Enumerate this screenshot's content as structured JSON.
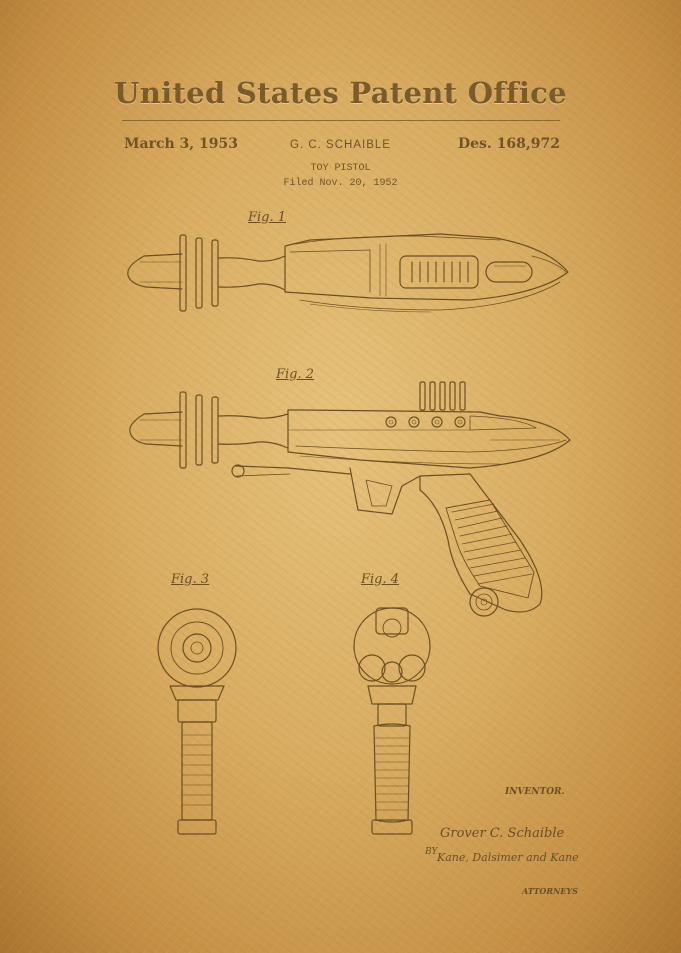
{
  "header": {
    "title": "United States Patent Office",
    "date": "March 3, 1953",
    "inventor": "G. C. SCHAIBLE",
    "patent_number": "Des. 168,972",
    "subject": "TOY PISTOL",
    "filed": "Filed Nov. 20, 1952"
  },
  "figures": {
    "fig1": "Fig. 1",
    "fig2": "Fig. 2",
    "fig3": "Fig. 3",
    "fig4": "Fig. 4"
  },
  "signatures": {
    "inventor_label": "INVENTOR.",
    "inventor_name": "Grover C. Schaible",
    "by": "BY",
    "attorney_name": "Kane, Dalsimer and Kane",
    "attorneys_label": "ATTORNEYS"
  },
  "colors": {
    "paper": "#d9ad62",
    "ink": "#6b4e22"
  }
}
